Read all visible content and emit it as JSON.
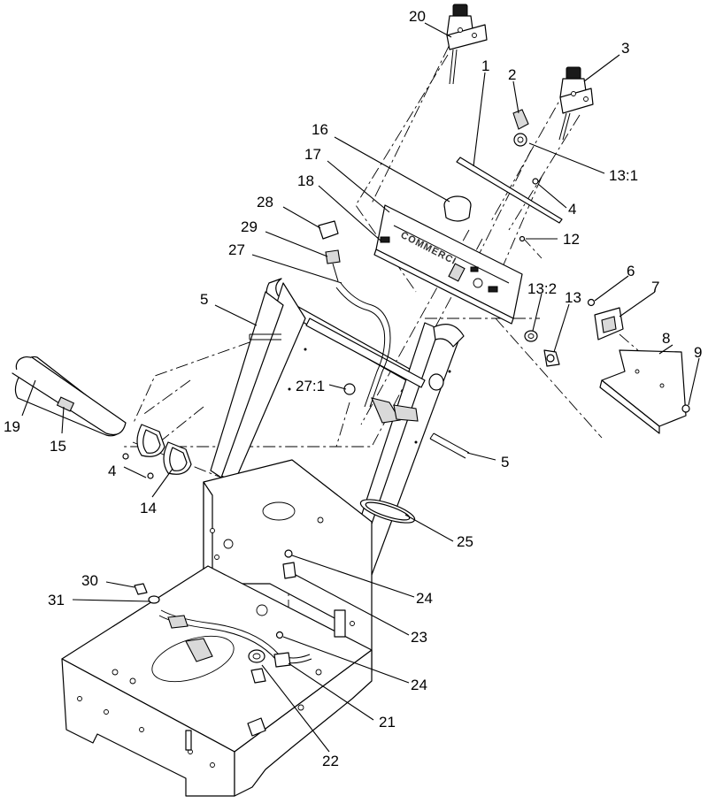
{
  "diagram": {
    "brand_label": "COMMERCI",
    "callouts": [
      {
        "id": "c20",
        "text": "20"
      },
      {
        "id": "c3",
        "text": "3"
      },
      {
        "id": "c1",
        "text": "1"
      },
      {
        "id": "c2",
        "text": "2"
      },
      {
        "id": "c13-1",
        "text": "13:1"
      },
      {
        "id": "c16",
        "text": "16"
      },
      {
        "id": "c17",
        "text": "17"
      },
      {
        "id": "c4a",
        "text": "4"
      },
      {
        "id": "c18",
        "text": "18"
      },
      {
        "id": "c28",
        "text": "28"
      },
      {
        "id": "c12",
        "text": "12"
      },
      {
        "id": "c29",
        "text": "29"
      },
      {
        "id": "c27",
        "text": "27"
      },
      {
        "id": "c6",
        "text": "6"
      },
      {
        "id": "c7",
        "text": "7"
      },
      {
        "id": "c13-2",
        "text": "13:2"
      },
      {
        "id": "c13",
        "text": "13"
      },
      {
        "id": "c5a",
        "text": "5"
      },
      {
        "id": "c8",
        "text": "8"
      },
      {
        "id": "c9",
        "text": "9"
      },
      {
        "id": "c27-1",
        "text": "27:1"
      },
      {
        "id": "c19",
        "text": "19"
      },
      {
        "id": "c15",
        "text": "15"
      },
      {
        "id": "c5b",
        "text": "5"
      },
      {
        "id": "c4b",
        "text": "4"
      },
      {
        "id": "c14",
        "text": "14"
      },
      {
        "id": "c25",
        "text": "25"
      },
      {
        "id": "c30",
        "text": "30"
      },
      {
        "id": "c24a",
        "text": "24"
      },
      {
        "id": "c31",
        "text": "31"
      },
      {
        "id": "c23",
        "text": "23"
      },
      {
        "id": "c24b",
        "text": "24"
      },
      {
        "id": "c21",
        "text": "21"
      },
      {
        "id": "c22",
        "text": "22"
      }
    ]
  }
}
